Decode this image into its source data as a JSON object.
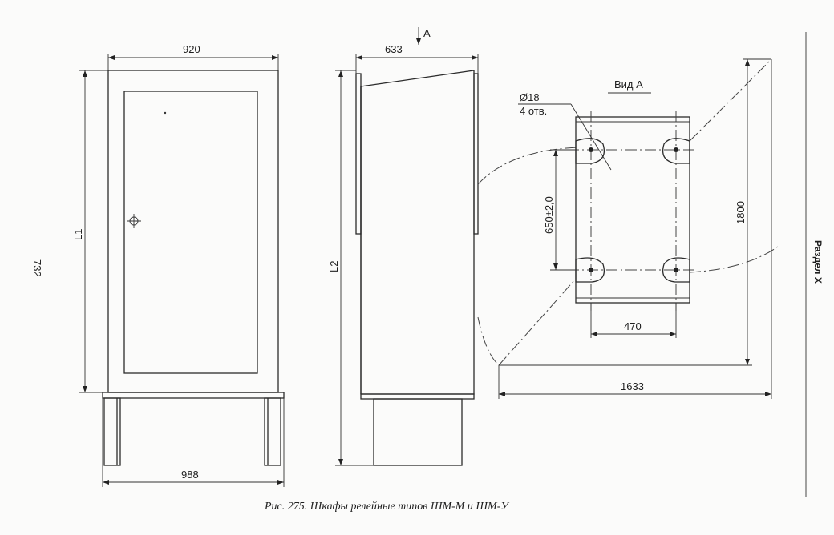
{
  "front_view": {
    "width_top": "920",
    "width_bottom": "988",
    "height_label": "L1"
  },
  "side_view": {
    "depth": "633",
    "view_arrow": "А",
    "height_label": "L2"
  },
  "plan_view": {
    "title": "Вид А",
    "hole_dia": "Ø18",
    "hole_count": "4 отв.",
    "hole_spacing_v": "650±2,0",
    "hole_spacing_h": "470",
    "clearance_v": "1800",
    "clearance_h": "1633"
  },
  "page_number": "732",
  "section_label": "Раздел X",
  "caption": "Рис. 275. Шкафы релейные типов ШМ-М и ШМ-У"
}
